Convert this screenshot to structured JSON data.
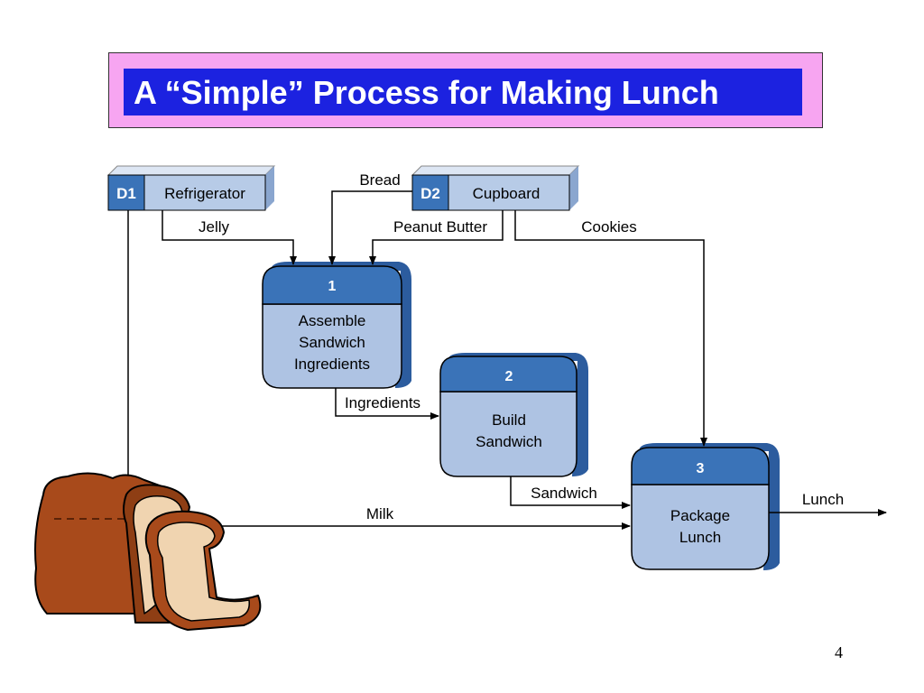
{
  "title": "A “Simple” Process for Making Lunch",
  "page_number": "4",
  "data_stores": [
    {
      "id": "D1",
      "label": "Refrigerator"
    },
    {
      "id": "D2",
      "label": "Cupboard"
    }
  ],
  "processes": [
    {
      "number": "1",
      "lines": [
        "Assemble",
        "Sandwich",
        "Ingredients"
      ]
    },
    {
      "number": "2",
      "lines": [
        "Build",
        "Sandwich"
      ]
    },
    {
      "number": "3",
      "lines": [
        "Package",
        "Lunch"
      ]
    }
  ],
  "flows": {
    "bread": "Bread",
    "jelly": "Jelly",
    "peanut_butter": "Peanut Butter",
    "cookies": "Cookies",
    "ingredients": "Ingredients",
    "sandwich": "Sandwich",
    "milk": "Milk",
    "lunch": "Lunch"
  },
  "colors": {
    "title_background": "#f7a5f1",
    "title_band": "#1c22e0",
    "process_header": "#3a73b8",
    "process_body": "#aec3e3",
    "store_id": "#3a73b8",
    "store_body": "#b7cbe7",
    "bread_crust": "#a84a1b",
    "bread_slice": "#f0d4b0"
  },
  "icons": [
    "bread-loaf-icon"
  ]
}
